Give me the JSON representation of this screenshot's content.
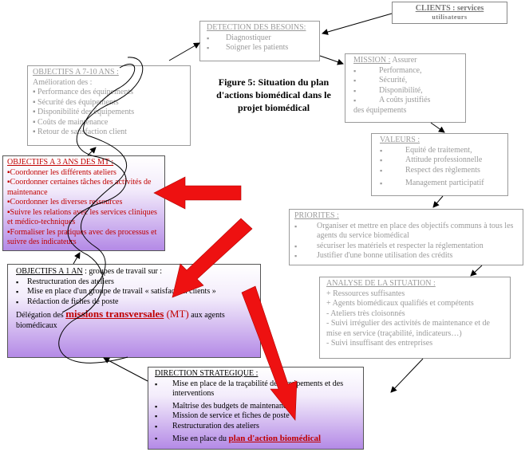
{
  "figure_caption": "Figure 5: Situation du plan d'actions biomédical dans le projet biomédical",
  "clients": {
    "title": "CLIENTS : services",
    "subtitle": "utilisateurs"
  },
  "detection": {
    "title": "DETECTION DES BESOINS:",
    "items": [
      "Diagnostiquer",
      "Soigner les patients"
    ]
  },
  "mission": {
    "title": "MISSION :",
    "title_rest": "Assurer",
    "items": [
      "Performance,",
      "Sécurité,",
      "Disponibilité,",
      "A coûts justifiés"
    ],
    "tail": "des équipements"
  },
  "valeurs": {
    "title": "VALEURS :",
    "items": [
      "Equité de traitement,",
      "Attitude professionnelle",
      "Respect des règlements",
      "Management participatif"
    ]
  },
  "priorites": {
    "title": "PRIORITES :",
    "items": [
      "Organiser et mettre en place des objectifs communs à tous les agents du service biomédical",
      "sécuriser les matériels et respecter la réglementation",
      "Justifier d'une bonne utilisation des crédits"
    ]
  },
  "analyse": {
    "title": "ANALYSE DE LA SITUATION :",
    "items": [
      "+ Ressources suffisantes",
      "+ Agents biomédicaux qualifiés et compétents",
      "- Ateliers très cloisonnés",
      "- Suivi irrégulier des activités de maintenance  et de mise en service (traçabilité, indicateurs…)",
      "- Suivi insuffisant des entreprises"
    ]
  },
  "obj710": {
    "title": "OBJECTIFS A 7-10 ANS :",
    "intro": "Amélioration des :",
    "items": [
      "▪ Performance des équipements",
      "▪ Sécurité des équipements",
      "▪ Disponibilité des équipements",
      "▪ Coûts de maintenance",
      "▪ Retour de satisfaction client"
    ]
  },
  "obj3": {
    "title": "OBJECTIFS A 3 ANS DES MT :",
    "items": [
      "▪Coordonner les différents ateliers",
      "▪Coordonner certaines tâches des activités de maintenance",
      "▪Coordonner les diverses ressources",
      "▪Suivre les relations avec les services cliniques et médico-techniques",
      "▪Formaliser les pratiques avec des processus et suivre des indicateurs"
    ]
  },
  "obj1": {
    "title": "OBJECTIFS A 1 AN",
    "title_rest": " : groupes de travail sur :",
    "items": [
      "Restructuration des ateliers",
      "Mise en place d'un groupe de travail « satisfaction clients »",
      "Rédaction de fiches de poste"
    ],
    "delegation_pre": "Délégation des ",
    "delegation_mt": "missions transversales",
    "delegation_paren": " (MT)",
    "delegation_post": " aux agents biomédicaux"
  },
  "direction": {
    "title": "DIRECTION STRATEGIQUE :",
    "items": [
      "Mise en place de la traçabilité des équipements et des interventions",
      "Maîtrise des budgets de maintenance",
      "Mission de service et fiches de poste",
      "Restructuration des ateliers"
    ],
    "last_pre": "Mise en place du ",
    "last_link": "plan d'action biomédical"
  },
  "colors": {
    "red_text": "#c00000",
    "arrow_red": "#ee1111",
    "grey_text": "#9a9a9a",
    "purple_end": "#b48ae6"
  }
}
